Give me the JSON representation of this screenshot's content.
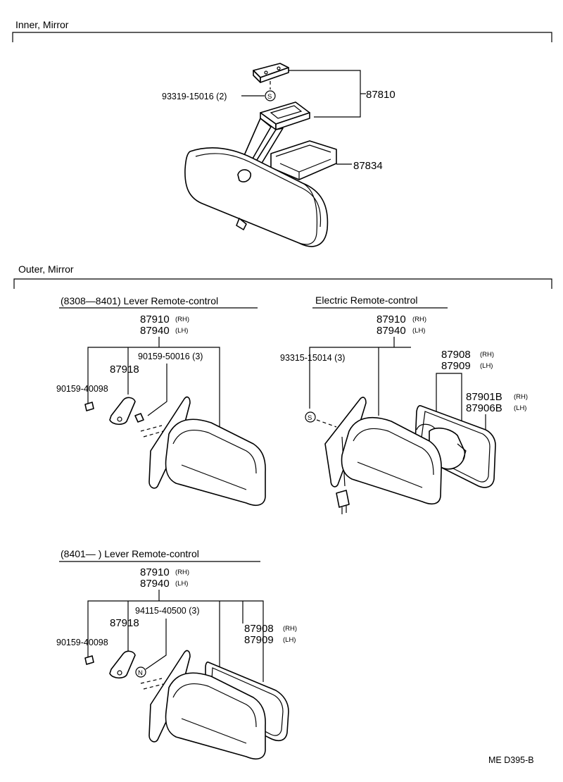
{
  "sections": {
    "inner_title": "Inner, Mirror",
    "outer_title": "Outer, Mirror"
  },
  "inner": {
    "part_87810": "87810",
    "part_87834": "87834",
    "screw": "93319-15016 (2)",
    "screw_symbol": "S"
  },
  "lever_1": {
    "title": "(8308—8401) Lever Remote-control",
    "rh_part": "87910",
    "rh_tag": "(RH)",
    "lh_part": "87940",
    "lh_tag": "(LH)",
    "screw_top": "90159-50016 (3)",
    "knob": "87918",
    "screw_side": "90159-40098"
  },
  "electric": {
    "title": "Electric Remote-control",
    "rh_part": "87910",
    "rh_tag": "(RH)",
    "lh_part": "87940",
    "lh_tag": "(LH)",
    "screw": "93315-15014 (3)",
    "screw_symbol": "S",
    "glass_rh": "87908",
    "glass_rh_tag": "(RH)",
    "glass_lh": "87909",
    "glass_lh_tag": "(LH)",
    "motor_rh": "87901B",
    "motor_rh_tag": "(RH)",
    "motor_lh": "87906B",
    "motor_lh_tag": "(LH)"
  },
  "lever_2": {
    "title": "(8401—        ) Lever Remote-control",
    "rh_part": "87910",
    "rh_tag": "(RH)",
    "lh_part": "87940",
    "lh_tag": "(LH)",
    "screw_top": "94115-40500 (3)",
    "nut_symbol": "N",
    "knob": "87918",
    "screw_side": "90159-40098",
    "glass_rh": "87908",
    "glass_rh_tag": "(RH)",
    "glass_lh": "87909",
    "glass_lh_tag": "(LH)"
  },
  "footer": {
    "code": "ME  D395-B"
  }
}
